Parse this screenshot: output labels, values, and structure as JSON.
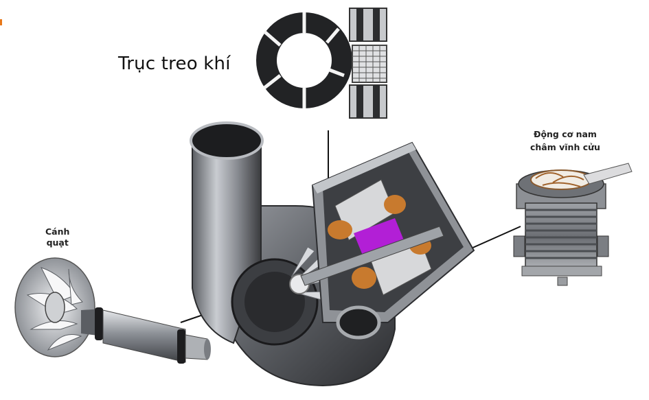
{
  "labels": {
    "title": "Trục treo khí",
    "motor_line1": "Động cơ nam",
    "motor_line2": "châm vĩnh cửu",
    "fan_line1": "Cánh",
    "fan_line2": "quạt"
  },
  "colors": {
    "background": "#ffffff",
    "housing_dark": "#3a3b3e",
    "housing_mid": "#7b7e84",
    "housing_light": "#c9ccd1",
    "magnet_core": "#b21fd6",
    "copper_coil": "#c87a2e",
    "bearing_ring": "#1f1f1f",
    "accent_mark": "#e8781a"
  },
  "icons": [
    "air-bearing-illustration",
    "turbo-blower-cutaway",
    "permanent-magnet-motor-illustration",
    "impeller-shaft-illustration"
  ]
}
